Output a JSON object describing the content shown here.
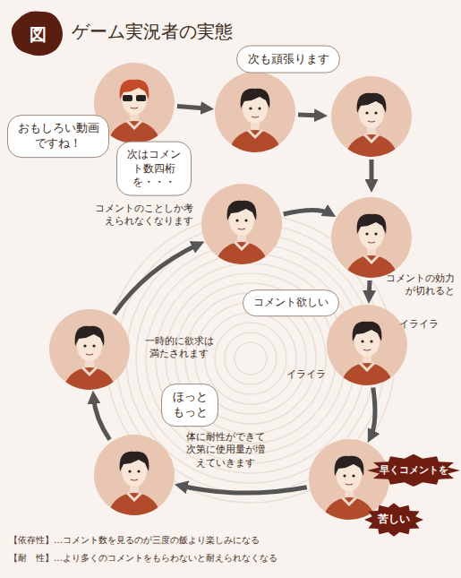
{
  "diagram": {
    "title": "ゲーム実況者の実態",
    "nodes": [
      {
        "text": [
          "おもしろい動画ですね！"
        ]
      },
      {
        "text": [
          "次も頑張ります"
        ]
      },
      {
        "text": [
          "次はコメント数四桁を・・・",
          "コメントのことしか考えられなくなります"
        ]
      },
      {
        "text": [
          "コメントの効力が切れると"
        ]
      },
      {
        "text": [
          "コメント欲しい",
          "イライラ",
          "イライラ"
        ]
      },
      {
        "text": [
          "一時的に欲求は満たされます"
        ]
      },
      {
        "text": [
          "ほっともっと",
          "体に耐性ができて次第に使用量が増えていきます"
        ]
      },
      {
        "text": [
          "早くコメントを",
          "苦しい"
        ]
      }
    ],
    "edges": [
      {
        "from": 0,
        "to": 1,
        "arrow": "to"
      },
      {
        "from": 2,
        "to": 3,
        "arrow": "to"
      },
      {
        "from": 3,
        "to": 4,
        "arrow": "to"
      },
      {
        "from": 4,
        "to": 7,
        "arrow": "to"
      },
      {
        "from": 7,
        "to": 6,
        "arrow": "to"
      },
      {
        "from": 6,
        "to": 5,
        "arrow": "to"
      },
      {
        "from": 5,
        "to": 2,
        "arrow": "to"
      }
    ],
    "labels": [
      "図",
      "【依存性】…コメント数を見るのが三度の飯より楽しみになる",
      "【耐　性】…より多くのコメントをもらわないと耐えられなくなる"
    ]
  }
}
